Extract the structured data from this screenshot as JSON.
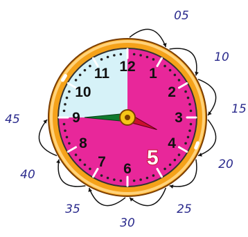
{
  "clock": {
    "hour_numbers": [
      "12",
      "1",
      "2",
      "3",
      "4",
      "5",
      "6",
      "7",
      "8",
      "9",
      "10",
      "11"
    ],
    "highlight_number": "5",
    "time": {
      "hour": 3,
      "minute": 45
    },
    "quarter_fill": {
      "from_minute": 0,
      "to_minute": 45
    },
    "minute_labels": [
      "05",
      "10",
      "15",
      "20",
      "25",
      "30",
      "35",
      "40",
      "45"
    ],
    "colors": {
      "elapsed_fill": "#e8279a",
      "remaining_fill": "#d6f2f8",
      "rim": "#f5a21a",
      "hands": "#0f7a2e",
      "hour_hand": "#c8102e",
      "label_text": "#2a2a8c",
      "highlight_number": "#c8102e"
    }
  }
}
